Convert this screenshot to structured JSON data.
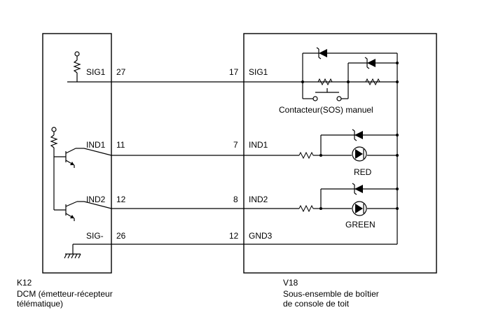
{
  "left_unit": {
    "code": "K12",
    "name_line1": "DCM (émetteur-récepteur",
    "name_line2": "télématique)",
    "pins": [
      {
        "label": "SIG1",
        "number": "27"
      },
      {
        "label": "IND1",
        "number": "11"
      },
      {
        "label": "IND2",
        "number": "12"
      },
      {
        "label": "SIG-",
        "number": "26"
      }
    ]
  },
  "right_unit": {
    "code": "V18",
    "name_line1": "Sous-ensemble de boîtier",
    "name_line2": "de console de toit",
    "pins": [
      {
        "label": "SIG1",
        "number": "17"
      },
      {
        "label": "IND1",
        "number": "7"
      },
      {
        "label": "IND2",
        "number": "8"
      },
      {
        "label": "GND3",
        "number": "12"
      }
    ]
  },
  "components": {
    "switch_label": "Contacteur(SOS) manuel",
    "led_red_label": "RED",
    "led_green_label": "GREEN"
  }
}
